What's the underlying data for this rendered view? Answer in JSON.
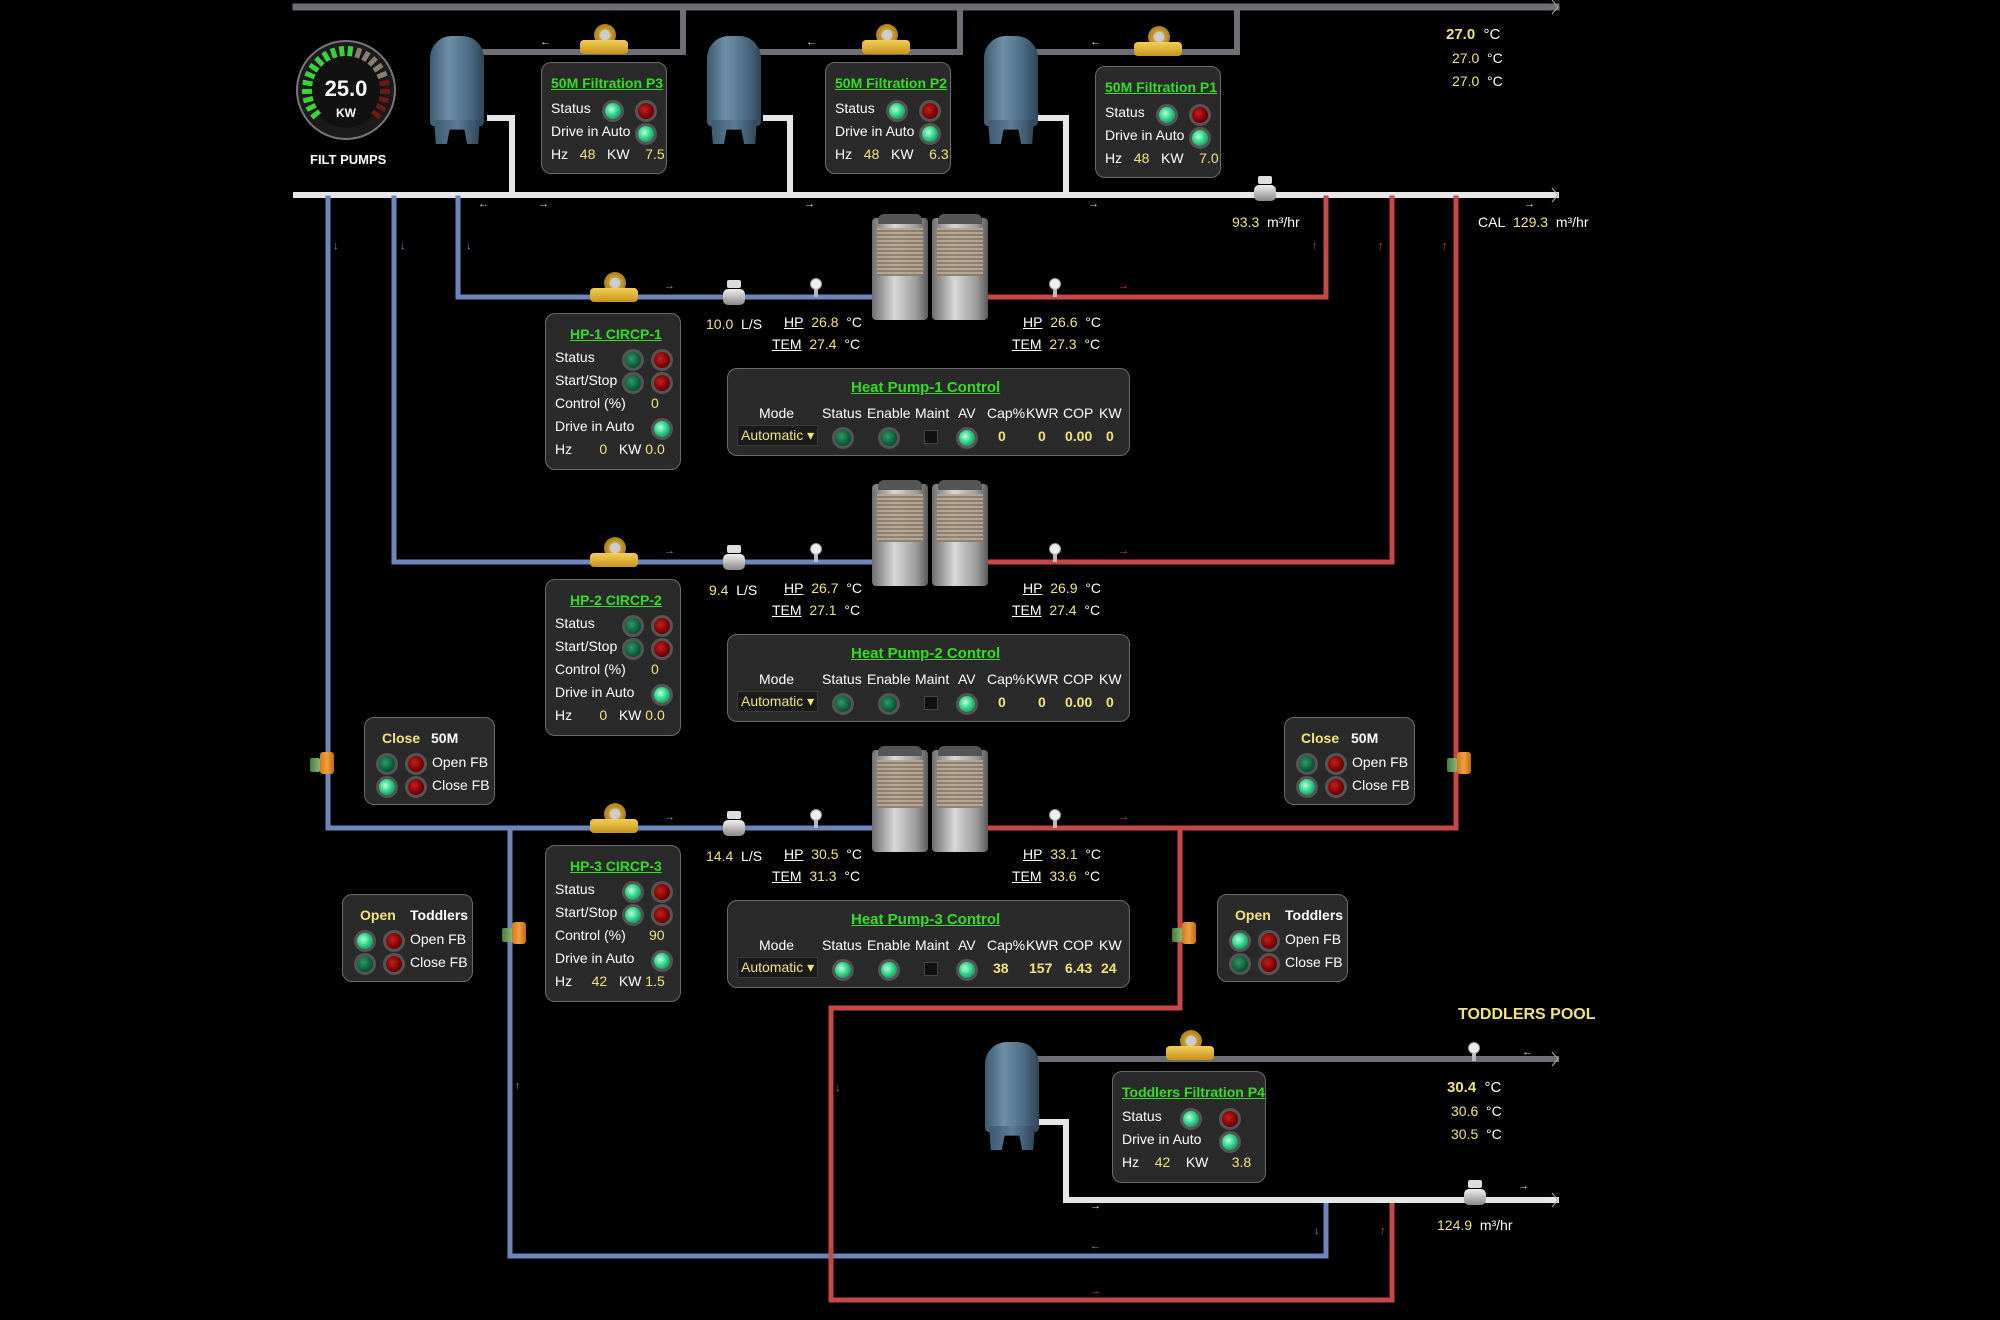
{
  "gauge": {
    "value": "25.0",
    "unit": "KW",
    "label": "FILT PUMPS",
    "fraction": 0.55
  },
  "pool_temps_50m": [
    {
      "value": "27.0",
      "unit": "°C"
    },
    {
      "value": "27.0",
      "unit": "°C"
    },
    {
      "value": "27.0",
      "unit": "°C"
    }
  ],
  "filtration_pumps": [
    {
      "title": "50M Filtration P3",
      "status_label": "Status",
      "status": "on",
      "fault": "off",
      "auto_label": "Drive in Auto",
      "auto": "on",
      "hz_label": "Hz",
      "hz": "48",
      "kw_label": "KW",
      "kw": "7.5"
    },
    {
      "title": "50M Filtration P2",
      "status_label": "Status",
      "status": "on",
      "fault": "off",
      "auto_label": "Drive in Auto",
      "auto": "on",
      "hz_label": "Hz",
      "hz": "48",
      "kw_label": "KW",
      "kw": "6.3"
    },
    {
      "title": "50M Filtration P1",
      "status_label": "Status",
      "status": "on",
      "fault": "off",
      "auto_label": "Drive in Auto",
      "auto": "on",
      "hz_label": "Hz",
      "hz": "48",
      "kw_label": "KW",
      "kw": "7.0"
    }
  ],
  "flow_50m": {
    "value": "93.3",
    "unit": "m³/hr"
  },
  "cal_flow": {
    "label": "CAL",
    "value": "129.3",
    "unit": "m³/hr"
  },
  "circ_pumps": [
    {
      "title": "HP-1 CIRCP-1",
      "status_label": "Status",
      "status": "off",
      "start_label": "Start/Stop",
      "start": "off",
      "control_label": "Control (%)",
      "control": "0",
      "auto_label": "Drive in Auto",
      "auto": "on",
      "hz_label": "Hz",
      "hz": "0",
      "kw_label": "KW",
      "kw": "0.0",
      "flow": "10.0",
      "flow_unit": "L/S",
      "in_hp": "26.8",
      "in_tem": "27.4",
      "out_hp": "26.6",
      "out_tem": "27.3"
    },
    {
      "title": "HP-2 CIRCP-2",
      "status_label": "Status",
      "status": "off",
      "start_label": "Start/Stop",
      "start": "off",
      "control_label": "Control (%)",
      "control": "0",
      "auto_label": "Drive in Auto",
      "auto": "on",
      "hz_label": "Hz",
      "hz": "0",
      "kw_label": "KW",
      "kw": "0.0",
      "flow": "9.4",
      "flow_unit": "L/S",
      "in_hp": "26.7",
      "in_tem": "27.1",
      "out_hp": "26.9",
      "out_tem": "27.4"
    },
    {
      "title": "HP-3 CIRCP-3",
      "status_label": "Status",
      "status": "on",
      "start_label": "Start/Stop",
      "start": "on",
      "control_label": "Control (%)",
      "control": "90",
      "auto_label": "Drive in Auto",
      "auto": "on",
      "hz_label": "Hz",
      "hz": "42",
      "kw_label": "KW",
      "kw": "1.5",
      "flow": "14.4",
      "flow_unit": "L/S",
      "in_hp": "30.5",
      "in_tem": "31.3",
      "out_hp": "33.1",
      "out_tem": "33.6"
    }
  ],
  "temp_labels": {
    "hp": "HP",
    "tem": "TEM",
    "unit": "°C"
  },
  "hp_controls": [
    {
      "title": "Heat Pump-1 Control",
      "mode": "Automatic",
      "status": "off",
      "enable": "off",
      "maint": false,
      "av": "on",
      "cap": "0",
      "kwr": "0",
      "cop": "0.00",
      "kw": "0"
    },
    {
      "title": "Heat Pump-2 Control",
      "mode": "Automatic",
      "status": "off",
      "enable": "off",
      "maint": false,
      "av": "on",
      "cap": "0",
      "kwr": "0",
      "cop": "0.00",
      "kw": "0"
    },
    {
      "title": "Heat Pump-3 Control",
      "mode": "Automatic",
      "status": "on",
      "enable": "on",
      "maint": false,
      "av": "on",
      "cap": "38",
      "kwr": "157",
      "cop": "6.43",
      "kw": "24"
    }
  ],
  "hp_headers": {
    "mode": "Mode",
    "status": "Status",
    "enable": "Enable",
    "maint": "Maint",
    "av": "AV",
    "cap": "Cap%",
    "kwr": "KWR",
    "cop": "COP",
    "kw": "KW",
    "dropdown_caret": "▾"
  },
  "valves": [
    {
      "id": "left-50m",
      "state": "Close",
      "pool": "50M",
      "open_fb_label": "Open FB",
      "open_fb": "off",
      "close_fb_label": "Close FB",
      "close_fb": "on"
    },
    {
      "id": "right-50m",
      "state": "Close",
      "pool": "50M",
      "open_fb_label": "Open FB",
      "open_fb": "off",
      "close_fb_label": "Close FB",
      "close_fb": "on"
    },
    {
      "id": "left-toddlers",
      "state": "Open",
      "pool": "Toddlers",
      "open_fb_label": "Open FB",
      "open_fb": "on",
      "close_fb_label": "Close FB",
      "close_fb": "off"
    },
    {
      "id": "right-toddlers",
      "state": "Open",
      "pool": "Toddlers",
      "open_fb_label": "Open FB",
      "open_fb": "on",
      "close_fb_label": "Close FB",
      "close_fb": "off"
    }
  ],
  "toddlers": {
    "title": "TODDLERS POOL",
    "pump": {
      "title": "Toddlers Filtration P4",
      "status_label": "Status",
      "status": "on",
      "fault": "off",
      "auto_label": "Drive in Auto",
      "auto": "on",
      "hz_label": "Hz",
      "hz": "42",
      "kw_label": "KW",
      "kw": "3.8"
    },
    "temps": [
      {
        "value": "30.4",
        "unit": "°C"
      },
      {
        "value": "30.6",
        "unit": "°C"
      },
      {
        "value": "30.5",
        "unit": "°C"
      }
    ],
    "flow": {
      "value": "124.9",
      "unit": "m³/hr"
    }
  },
  "colors": {
    "pipe_cold": "#6f86bd",
    "pipe_hot": "#c84848",
    "pipe_white": "#e6e6e6",
    "pipe_grey": "#6e6e74",
    "accent_green": "#33dd22",
    "value_yellow": "#f2e37a"
  }
}
